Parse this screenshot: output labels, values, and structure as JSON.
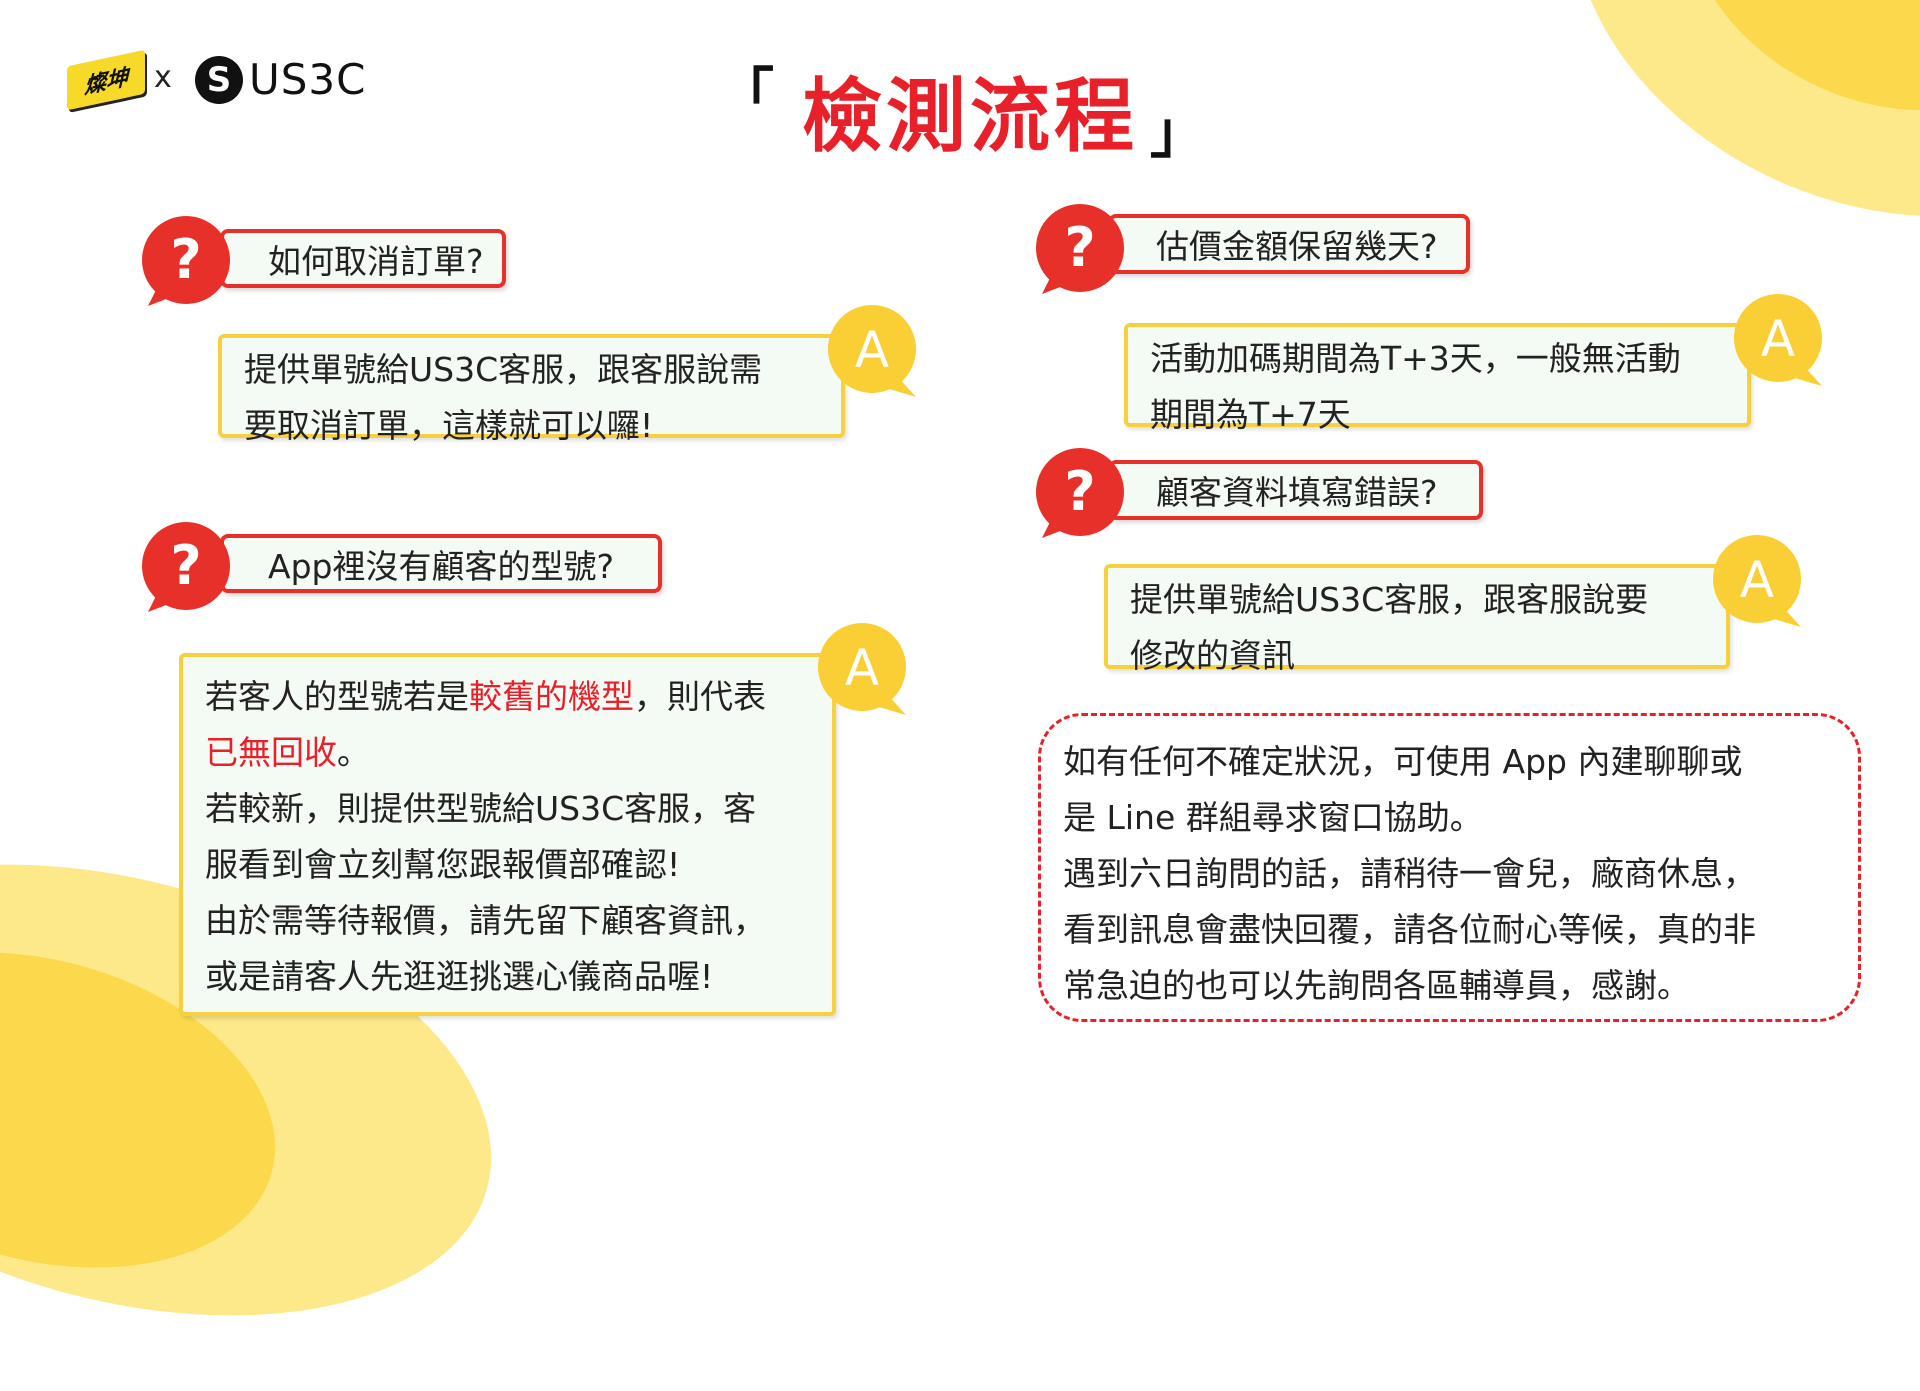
{
  "colors": {
    "red": "#e8202a",
    "yellow": "#f7d13d",
    "box_bg": "#f4faf4"
  },
  "header": {
    "logo_partner": "燦坤",
    "logo_x": "x",
    "logo_brand": "US3C",
    "title": "檢測流程",
    "bracket_open": "「",
    "bracket_close": "」"
  },
  "qa": [
    {
      "q": "如何取消訂單?",
      "a": [
        "提供單號給US3C客服，跟客服說需",
        "要取消訂單，這樣就可以囉!"
      ]
    },
    {
      "q": "App裡沒有顧客的型號?",
      "a_parts": {
        "l1a": "若客人的型號若是",
        "l1b": "較舊的機型",
        "l1c": "，則代表",
        "l2a": "已無回收",
        "l2b": "。",
        "l3": "若較新，則提供型號給US3C客服，客",
        "l4": "服看到會立刻幫您跟報價部確認!",
        "l5": "由於需等待報價，請先留下顧客資訊，",
        "l6": "或是請客人先逛逛挑選心儀商品喔!"
      }
    },
    {
      "q": "估價金額保留幾天?",
      "a": [
        "活動加碼期間為T+3天，一般無活動",
        "期間為T+7天"
      ]
    },
    {
      "q": "顧客資料填寫錯誤?",
      "a": [
        "提供單號給US3C客服，跟客服說要",
        "修改的資訊"
      ]
    }
  ],
  "bubble_q": "?",
  "bubble_a": "A",
  "note": [
    "如有任何不確定狀況，可使用 App 內建聊聊或",
    "是 Line 群組尋求窗口協助。",
    "遇到六日詢問的話，請稍待一會兒，廠商休息，",
    "看到訊息會盡快回覆，請各位耐心等候，真的非",
    "常急迫的也可以先詢問各區輔導員，感謝。"
  ]
}
